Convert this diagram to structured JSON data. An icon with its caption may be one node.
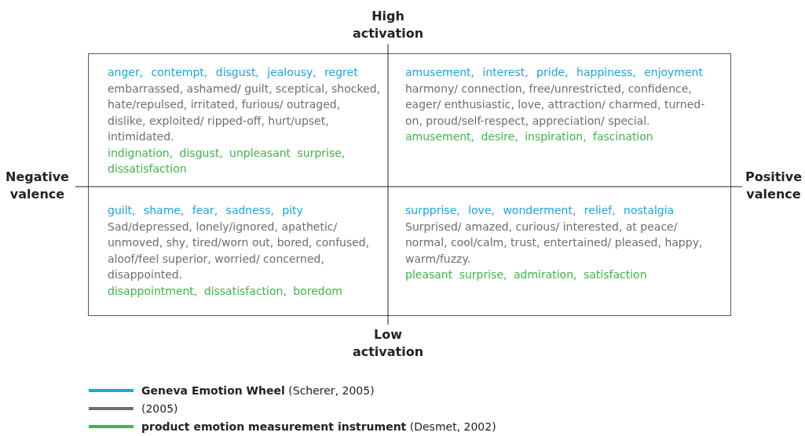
{
  "diagram": {
    "nodes": [
      {
        "text": [
          "anger, contempt, disgust, jealousy, regret",
          "embarrassed, ashamed/ guilt, sceptical, shocked, hate/repulsed, irritated, furious/ outraged, dislike, exploited/ ripped-off, hurt/upset, intimidated.",
          "indignation, disgust, unpleasant surprise, dissatisfaction"
        ]
      },
      {
        "text": [
          "amusement, interest, pride, happiness, enjoyment",
          "harmony/ connection, free/unrestricted, confidence, eager/ enthusiastic, love, attraction/ charmed, turned-on, proud/self-respect, appreciation/ special.",
          "amusement, desire, inspiration, fascination"
        ]
      },
      {
        "text": [
          "guilt, shame, fear, sadness, pity",
          "Sad/depressed, lonely/ignored, apathetic/ unmoved, shy, tired/worn out, bored, confused, aloof/feel superior, worried/ concerned, disappointed.",
          "disappointment, dissatisfaction, boredom"
        ]
      },
      {
        "text": [
          "surpprise, love, wonderment, relief, nostalgia",
          "Surprised/ amazed, curious/ interested, at peace/ normal, cool/calm, trust, entertained/ pleased, happy, warm/fuzzy.",
          "pleasant surprise, admiration, satisfaction"
        ]
      }
    ],
    "labels": [
      "High activation",
      "Negative valence",
      "Positive valence",
      "Low activation"
    ],
    "legend": [
      {
        "text": "**Geneva Emotion Wheel** (Scherer, 2005)",
        "color": "#1ca6e3"
      },
      {
        "text": "(2005)",
        "color": "#6d6e70"
      },
      {
        "text": "**product emotion measurement instrument** (Desmet, 2002)",
        "color": "#3db54a"
      }
    ]
  }
}
